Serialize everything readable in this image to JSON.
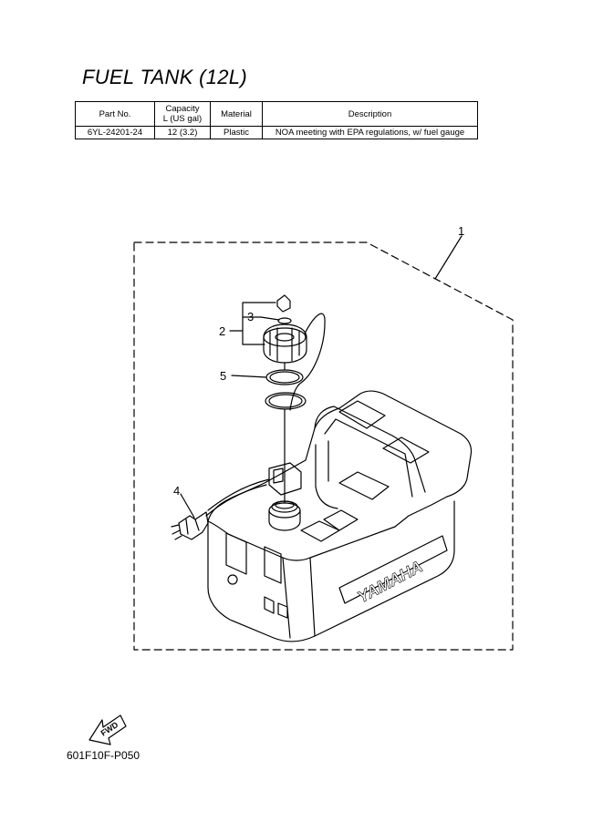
{
  "title": "FUEL TANK (12L)",
  "table": {
    "headers": {
      "part_no": "Part No.",
      "capacity_line1": "Capacity",
      "capacity_line2": "L (US gal)",
      "material": "Material",
      "description": "Description"
    },
    "row": {
      "part_no": "6YL-24201-24",
      "capacity": "12 (3.2)",
      "material": "Plastic",
      "description": "NOA meeting with EPA regulations, w/ fuel gauge"
    }
  },
  "callouts": {
    "c1": "1",
    "c2": "2",
    "c3": "3",
    "c4": "4",
    "c5": "5"
  },
  "tank_brand": "YAMAHA",
  "fwd_label": "FWD",
  "figure_code": "601F10F-P050"
}
